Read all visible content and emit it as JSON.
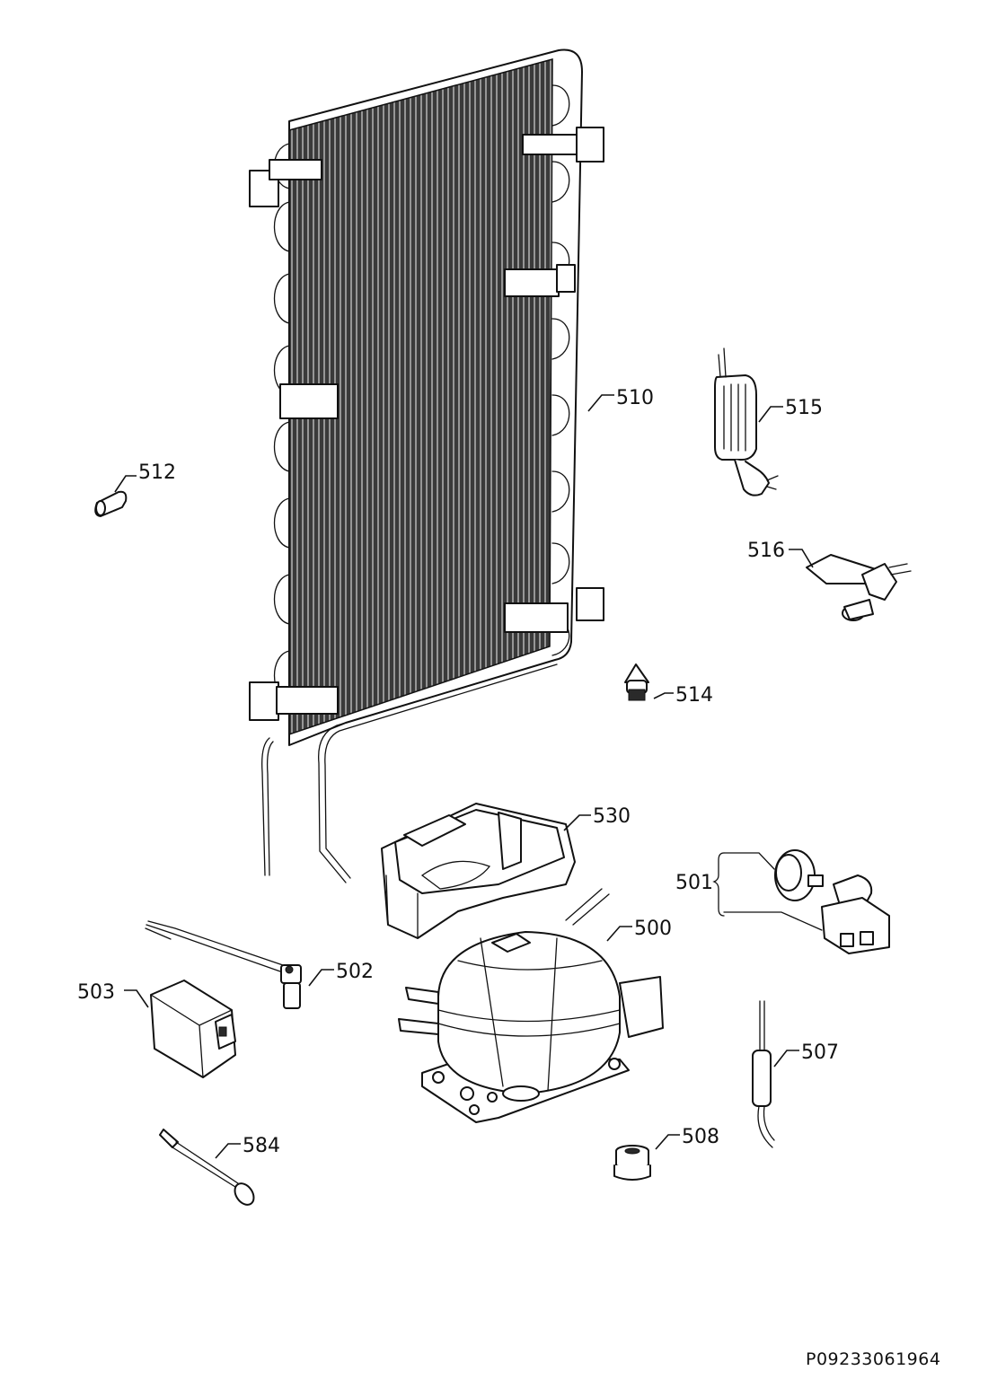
{
  "drawing_code": "P09233061964",
  "parts": {
    "p500": "500",
    "p501": "501",
    "p502": "502",
    "p503": "503",
    "p507": "507",
    "p508": "508",
    "p510": "510",
    "p512": "512",
    "p514": "514",
    "p515": "515",
    "p516": "516",
    "p530": "530",
    "p584": "584"
  }
}
